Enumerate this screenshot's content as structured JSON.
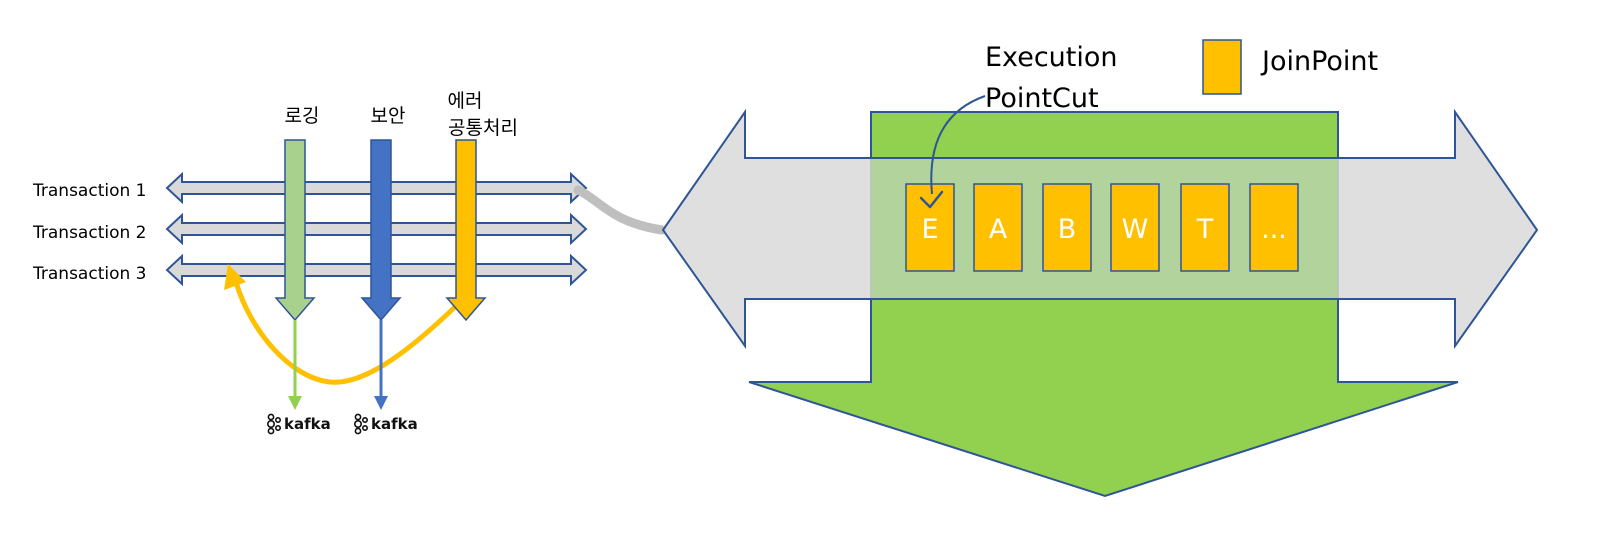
{
  "transactions": [
    "Transaction 1",
    "Transaction 2",
    "Transaction 3"
  ],
  "concerns": {
    "logging": "로깅",
    "security": "보안",
    "error_line1": "에러",
    "error_line2": "공통처리"
  },
  "kafka_label": "kafka",
  "pointcut": {
    "line1": "Execution",
    "line2": "PointCut"
  },
  "legend": {
    "label": "JoinPoint"
  },
  "joinpoints": [
    "E",
    "A",
    "B",
    "W",
    "T",
    "..."
  ],
  "colors": {
    "joinpoint": "#ffc000",
    "green": "#92d050",
    "light_green": "#a9d18e",
    "blue": "#4472c4",
    "gray_arrow": "#d9d9d9",
    "outline": "#2f5597",
    "checkmark": "#2f5597",
    "connector": "#bfbfbf"
  },
  "icons": {
    "kafka": "kafka-logo-icon",
    "check": "check-icon"
  }
}
